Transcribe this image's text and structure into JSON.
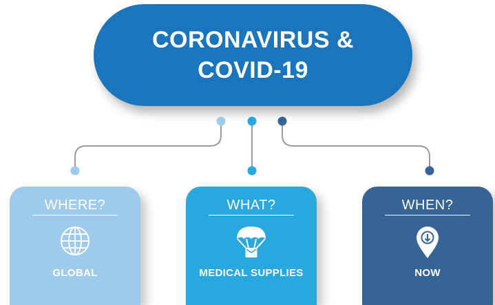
{
  "title": {
    "line1": "CORONAVIRUS &",
    "line2": "COVID-19"
  },
  "colors": {
    "title": "#1b75bc",
    "where": "#9ecbeb",
    "what": "#29a8e0",
    "when": "#376496",
    "connector": "#9a9a9a"
  },
  "cards": [
    {
      "question": "WHERE?",
      "answer": "GLOBAL",
      "icon": "globe-icon"
    },
    {
      "question": "WHAT?",
      "answer": "MEDICAL SUPPLIES",
      "icon": "parachute-icon"
    },
    {
      "question": "WHEN?",
      "answer": "NOW",
      "icon": "location-pin-icon"
    }
  ]
}
